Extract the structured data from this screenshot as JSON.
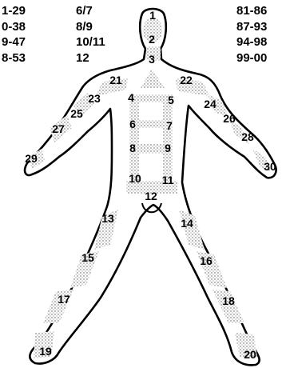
{
  "range_table": {
    "column_left": [
      "1-29",
      "0-38",
      "9-47",
      "8-53"
    ],
    "column_middle": [
      "6/7",
      "8/9",
      "10/11",
      "12"
    ],
    "column_right": [
      "81-86",
      "87-93",
      "94-98",
      "99-00"
    ]
  },
  "body_diagram": {
    "region_labels": [
      "1",
      "2",
      "3",
      "4",
      "5",
      "6",
      "7",
      "8",
      "9",
      "10",
      "11",
      "12",
      "13",
      "14",
      "15",
      "16",
      "17",
      "18",
      "19",
      "20",
      "21",
      "22",
      "23",
      "24",
      "25",
      "26",
      "27",
      "28",
      "29",
      "30"
    ],
    "outline_color": "#000000",
    "shading_color": "#8c8c8c"
  }
}
